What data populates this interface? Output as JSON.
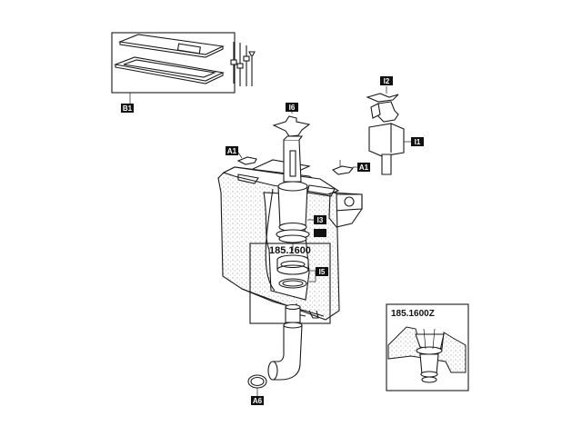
{
  "labels": {
    "b1": "B1",
    "a1_left": "A1",
    "a1_right": "A1",
    "i6": "I6",
    "i2": "I2",
    "i1": "I1",
    "i3": "I3",
    "i5": "I5",
    "a6": "A6"
  },
  "codes": {
    "main_kit": "185.1600",
    "inset_kit": "185.1600Z"
  },
  "colors": {
    "ink": "#1a1a1a",
    "label_bg": "#111111",
    "background": "#ffffff"
  }
}
